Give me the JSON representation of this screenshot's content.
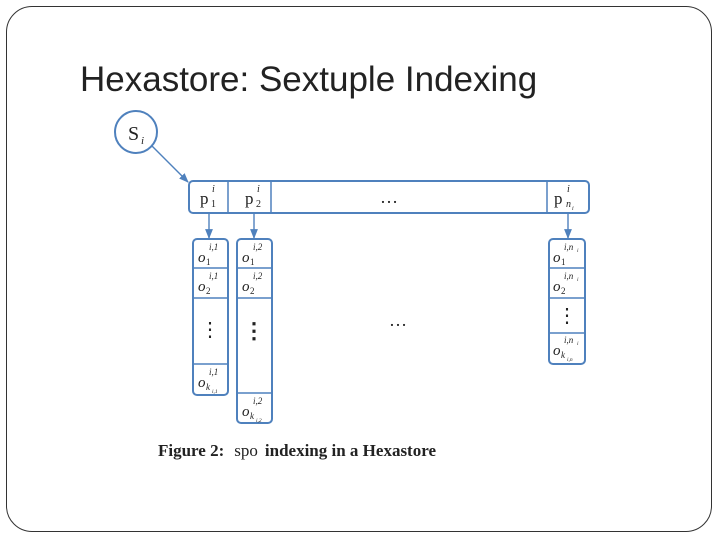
{
  "slide": {
    "title": "Hexastore: Sextuple Indexing"
  },
  "diagram": {
    "subject": {
      "base": "S",
      "sub": "i"
    },
    "predicate_vector": {
      "cells": [
        {
          "base": "p",
          "sub": "1",
          "sup": "i"
        },
        {
          "base": "p",
          "sub": "2",
          "sup": "i"
        },
        {
          "base": "p",
          "sub": "n",
          "subsub": "i",
          "sup": "i"
        }
      ],
      "ellipsis": "…"
    },
    "object_lists": {
      "list_1": [
        {
          "base": "o",
          "sub": "1",
          "sup": "i,1"
        },
        {
          "base": "o",
          "sub": "2",
          "sup": "i,1"
        },
        {
          "ellipsis": "⋮"
        },
        {
          "base": "o",
          "sub": "k",
          "subsub": "i,1",
          "sup": "i,1"
        }
      ],
      "list_2": [
        {
          "base": "o",
          "sub": "1",
          "sup": "i,2"
        },
        {
          "base": "o",
          "sub": "2",
          "sup": "i,2"
        },
        {
          "ellipsis": "⋮"
        },
        {
          "base": "o",
          "sub": "k",
          "subsub": "i,2",
          "sup": "i,2"
        }
      ],
      "list_n": [
        {
          "base": "o",
          "sub": "1",
          "sup": "i,n",
          "supsub": "i"
        },
        {
          "base": "o",
          "sub": "2",
          "sup": "i,n",
          "supsub": "i"
        },
        {
          "ellipsis": "⋮"
        },
        {
          "base": "o",
          "sub": "k",
          "subsub": "i,n",
          "sup": "i,n",
          "supsub": "i"
        }
      ],
      "between_ellipsis": "…"
    },
    "caption": {
      "prefix": "Figure 2:",
      "code": "spo",
      "suffix": "indexing in a Hexastore"
    }
  },
  "colors": {
    "box_stroke": "#4f81bd",
    "frame": "#333333",
    "text": "#222222"
  }
}
